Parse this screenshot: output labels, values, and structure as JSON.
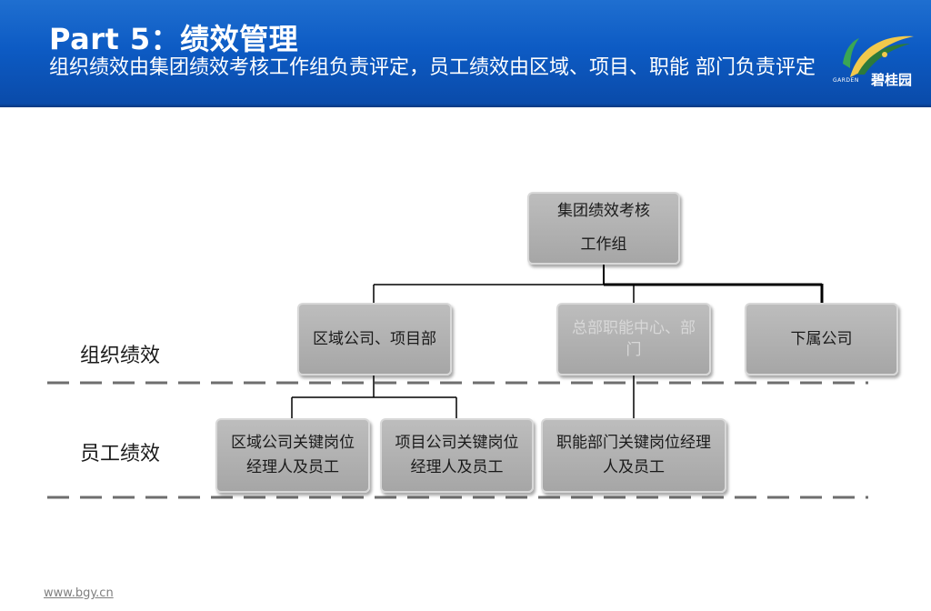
{
  "header": {
    "title": "Part 5：绩效管理",
    "subtitle": "组织绩效由集团绩效考核工作组负责评定，员工绩效由区域、项目、职能 部门负责评定",
    "logo_text": "碧桂园",
    "logo_sub": "GARDEN"
  },
  "row_labels": {
    "org": "组织绩效",
    "staff": "员工绩效"
  },
  "nodes": {
    "root": [
      "集团绩效考核",
      "工作组"
    ],
    "regional": [
      "区域公司、项目部"
    ],
    "hq": [
      "总部职能中心、部",
      "门"
    ],
    "subsidiary": [
      "下属公司"
    ],
    "regional_staff": [
      "区域公司关键岗位",
      "经理人及员工"
    ],
    "project_staff": [
      "项目公司关键岗位",
      "经理人及员工"
    ],
    "functional_staff": [
      "职能部门关键岗位经理",
      "人及员工"
    ]
  },
  "footer": {
    "url": "www.bgy.cn"
  },
  "colors": {
    "header_blue": "#0d5bc4",
    "box_gray": "#a6a6a6",
    "dashed_line": "#6e6e6e"
  }
}
